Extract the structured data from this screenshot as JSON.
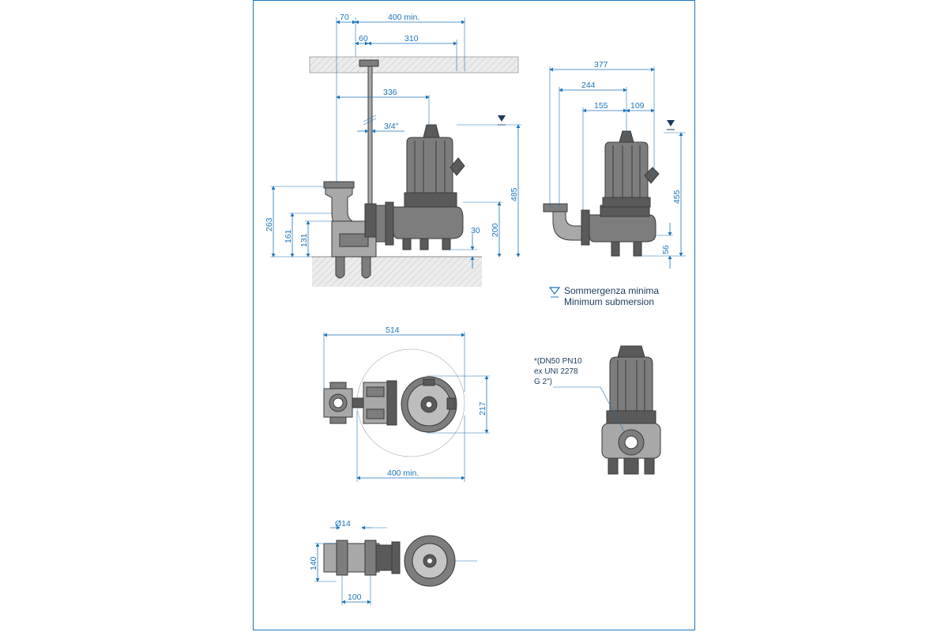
{
  "colors": {
    "dimension": "#1b75bb",
    "drawing": "#3a3a3a",
    "frame": "#1b75bb"
  },
  "side_view": {
    "dims_top": [
      "70",
      "400 min.",
      "60",
      "310",
      "336",
      "3/4\""
    ],
    "dims_vertical": [
      "263",
      "161",
      "131",
      "485",
      "200",
      "30"
    ]
  },
  "pump_view": {
    "dims_top": [
      "377",
      "244",
      "155",
      "109"
    ],
    "dims_vertical": [
      "455",
      "56"
    ]
  },
  "legend": {
    "icon": "water-level-icon",
    "line1": "Sommergenza minima",
    "line2": "Minimum submersion"
  },
  "plan_view": {
    "dims": [
      "514",
      "217",
      "400 min."
    ]
  },
  "front_view": {
    "note_lines": [
      "*(DN50 PN10",
      "ex UNI 2278",
      "G 2\")"
    ]
  },
  "bottom_view": {
    "dims": [
      "Ø14",
      "140",
      "100"
    ]
  }
}
